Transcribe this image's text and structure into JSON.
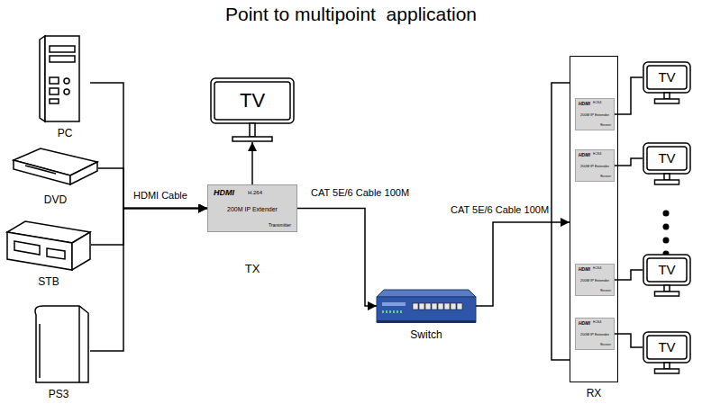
{
  "diagram": {
    "title": "Point to multipoint  application",
    "nodes": [
      {
        "text": [
          "PC"
        ]
      },
      {
        "text": [
          "DVD"
        ]
      },
      {
        "text": [
          "STB"
        ]
      },
      {
        "text": [
          "PS3"
        ]
      },
      {
        "text": [
          "HDMI",
          "H.264",
          "200M IP Extender",
          "Transmitter",
          "TX"
        ]
      },
      {
        "text": [
          "TV"
        ]
      },
      {
        "text": [
          "Switch"
        ]
      },
      {
        "text": [
          "RX"
        ]
      },
      {
        "text": [
          "HDMI",
          "H.264",
          "200M IP Extender",
          "Receiver"
        ],
        "in": 7
      },
      {
        "text": [
          "HDMI",
          "H.264",
          "200M IP Extender",
          "Receiver"
        ],
        "in": 7
      },
      {
        "text": [
          "HDMI",
          "H.264",
          "200M IP Extender",
          "Receiver"
        ],
        "in": 7
      },
      {
        "text": [
          "HDMI",
          "H.264",
          "200M IP Extender",
          "Receiver"
        ],
        "in": 7
      },
      {
        "text": [
          "TV"
        ]
      },
      {
        "text": [
          "TV"
        ]
      },
      {
        "text": [
          "TV"
        ]
      },
      {
        "text": [
          "TV"
        ]
      }
    ],
    "edges": [
      {
        "from": 0,
        "to": 4,
        "label": "HDMI Cable",
        "arrow": "to"
      },
      {
        "from": 1,
        "to": 4,
        "arrow": "to"
      },
      {
        "from": 2,
        "to": 4,
        "arrow": "to"
      },
      {
        "from": 3,
        "to": 4,
        "arrow": "to"
      },
      {
        "from": 4,
        "to": 5,
        "arrow": "to"
      },
      {
        "from": 4,
        "to": 6,
        "label": "CAT 5E/6 Cable 100M",
        "arrow": "to"
      },
      {
        "from": 6,
        "to": 7,
        "label": "CAT 5E/6 Cable 100M",
        "arrow": "to"
      },
      {
        "from": 8,
        "to": 12,
        "arrow": "none"
      },
      {
        "from": 9,
        "to": 13,
        "arrow": "none"
      },
      {
        "from": 10,
        "to": 14,
        "arrow": "none"
      },
      {
        "from": 11,
        "to": 15,
        "arrow": "none"
      }
    ]
  }
}
